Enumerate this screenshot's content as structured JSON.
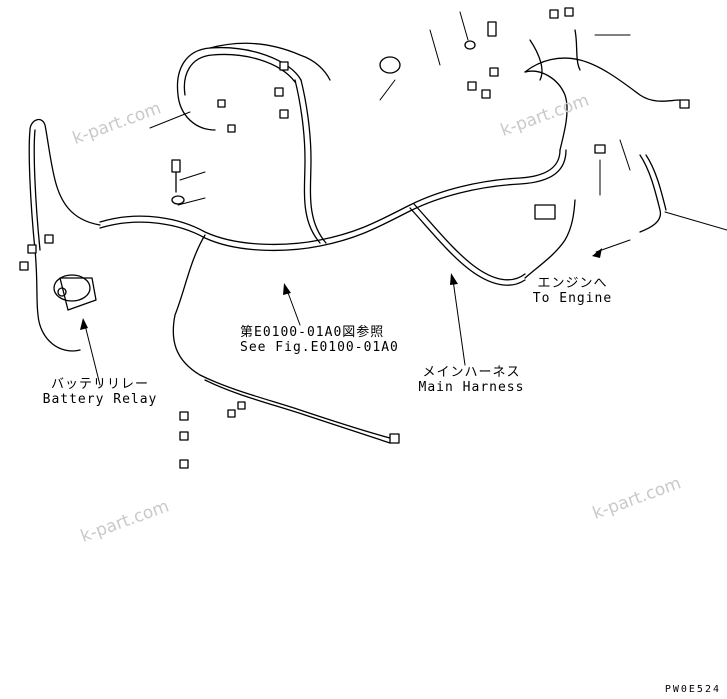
{
  "watermark": "k-part.com",
  "labels": {
    "battery_relay_jp": "バッテリリレー",
    "battery_relay_en": "Battery Relay",
    "see_fig_jp": "第E0100-01A0図参照",
    "see_fig_en": "See Fig.E0100-01A0",
    "main_harness_jp": "メインハーネス",
    "main_harness_en": "Main Harness",
    "to_engine_jp": "エンジンへ",
    "to_engine_en": "To Engine"
  },
  "drawing_code": "PW0E524"
}
